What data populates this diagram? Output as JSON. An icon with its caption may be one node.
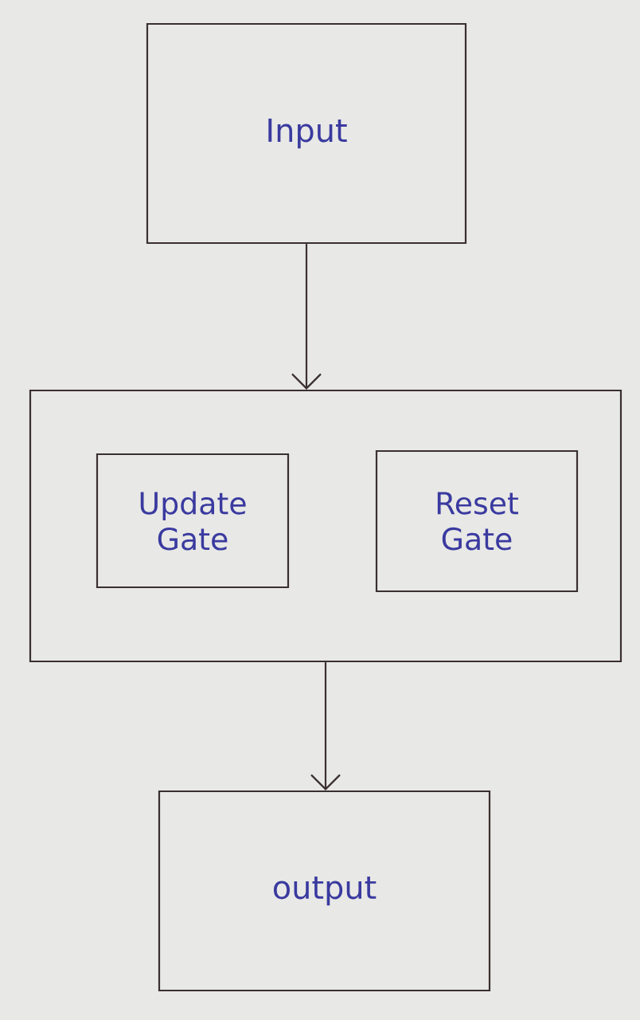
{
  "diagram": {
    "nodes": [
      {
        "text": [
          "Input"
        ]
      },
      {
        "text": [],
        "shape": "box"
      },
      {
        "text": [
          "Update Gate"
        ],
        "in": 1
      },
      {
        "text": [
          "Reset Gate"
        ],
        "in": 1
      },
      {
        "text": [
          "output"
        ]
      }
    ],
    "edges": [
      {
        "from": 0,
        "to": 1,
        "arrow": "to"
      },
      {
        "from": 1,
        "to": 4,
        "arrow": "to"
      }
    ]
  }
}
